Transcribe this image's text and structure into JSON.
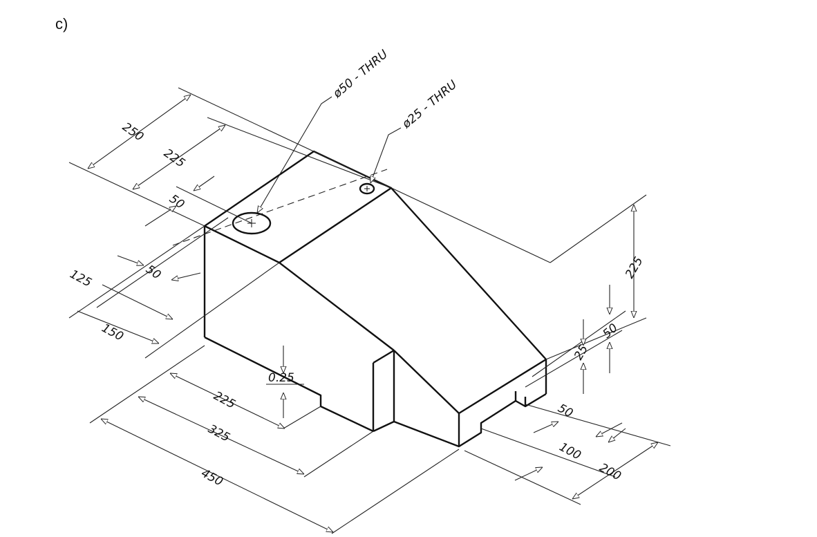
{
  "part_label": "c)",
  "callouts": {
    "hole_large": "ø50 - THRU",
    "hole_small": "ø25 - THRU"
  },
  "dimensions": {
    "d250": "250",
    "d225_top": "225",
    "d50_top": "50",
    "d50_left": "50",
    "d125": "125",
    "d150": "150",
    "d225_bottom": "225",
    "d325": "325",
    "d450": "450",
    "d0_25": "0.25",
    "d225_right": "225",
    "d50_right": "50",
    "d25_right": "25",
    "d50_lower": "50",
    "d100": "100",
    "d200": "200"
  },
  "colors": {
    "line": "#111111",
    "background": "#ffffff"
  }
}
